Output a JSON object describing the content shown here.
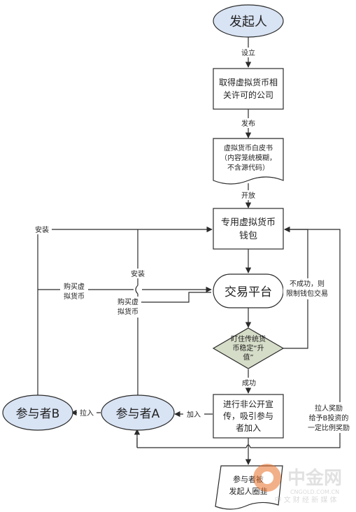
{
  "nodes": {
    "initiator": "发起人",
    "company": [
      "取得虚拟货币相",
      "关许可的公司"
    ],
    "whitepaper": [
      "虚拟货币白皮书",
      "（内容笼统模糊，",
      "不含源代码）"
    ],
    "wallet": [
      "专用虚拟货币",
      "钱包"
    ],
    "exchange": "交易平台",
    "decision": [
      "盯住传统货",
      "币稳定“升",
      "值”"
    ],
    "promotion": [
      "进行非公开宣",
      "传，吸引参与",
      "者加入"
    ],
    "participant_a": "参与者A",
    "participant_b": "参与者B",
    "end_doc": [
      "参与者被",
      "发起人圈韭"
    ]
  },
  "edges": {
    "establish": "设立",
    "publish": "发布",
    "open": "开放",
    "install_b": "安装",
    "install_a": "安装",
    "buy_b": [
      "购买虚",
      "拟货币"
    ],
    "buy_a": [
      "购买虚",
      "拟货币"
    ],
    "fail": [
      "不成功，则",
      "限制钱包交易"
    ],
    "success": "成功",
    "join_a": "加入",
    "pull_in": "拉入",
    "reward": [
      "拉人奖励",
      "给予B投资的",
      "一定比例奖励"
    ]
  },
  "watermark": {
    "brand": "中金网",
    "domain": "CNGOLD.COM.CN",
    "slogan": "中 文 财 经 新 媒 体"
  }
}
